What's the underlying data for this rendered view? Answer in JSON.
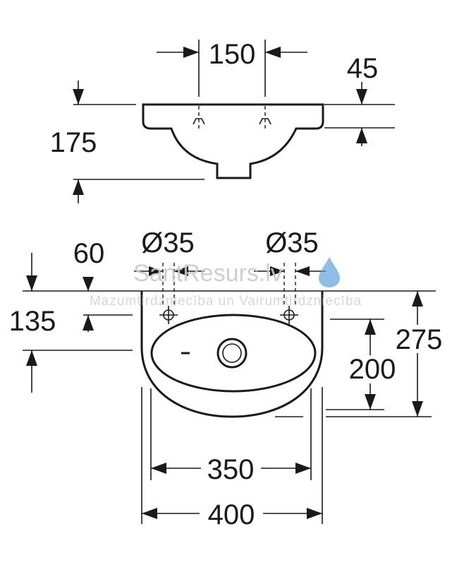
{
  "watermark": {
    "brand": "SantResurs.lv",
    "tagline": "Mazumtirdzniecība un Vairumtirdzniecība",
    "drop_color": "#5aa0d8"
  },
  "top_view": {
    "dim_tap_spacing": "150",
    "dim_rim_height": "45",
    "dim_total_height": "175"
  },
  "front_view": {
    "dim_hole_left": "Ø35",
    "dim_hole_right": "Ø35",
    "dim_top_offset": "60",
    "dim_hole_height": "135",
    "dim_basin_depth": "275",
    "dim_inner_depth": "200",
    "dim_inner_width": "350",
    "dim_outer_width": "400"
  }
}
